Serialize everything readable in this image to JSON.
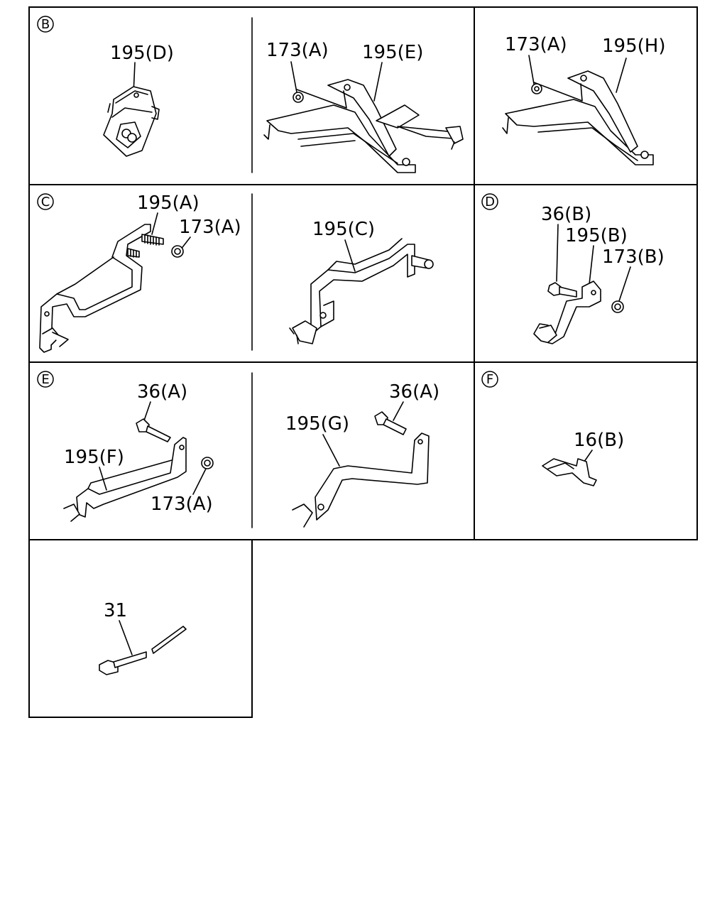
{
  "sections": {
    "B": {
      "marker": "B",
      "labels": {
        "p195d": "195(D)",
        "p173a_1": "173(A)",
        "p195e": "195(E)",
        "p173a_2": "173(A)",
        "p195h": "195(H)"
      }
    },
    "C": {
      "marker": "C",
      "labels": {
        "p195a": "195(A)",
        "p173a": "173(A)",
        "p195c": "195(C)"
      }
    },
    "D": {
      "marker": "D",
      "labels": {
        "p36b": "36(B)",
        "p195b": "195(B)",
        "p173b": "173(B)"
      }
    },
    "E": {
      "marker": "E",
      "labels": {
        "p36a_1": "36(A)",
        "p195f": "195(F)",
        "p173a": "173(A)",
        "p36a_2": "36(A)",
        "p195g": "195(G)"
      }
    },
    "F": {
      "marker": "F",
      "labels": {
        "p16b": "16(B)"
      }
    },
    "G": {
      "labels": {
        "p31": "31"
      }
    }
  }
}
